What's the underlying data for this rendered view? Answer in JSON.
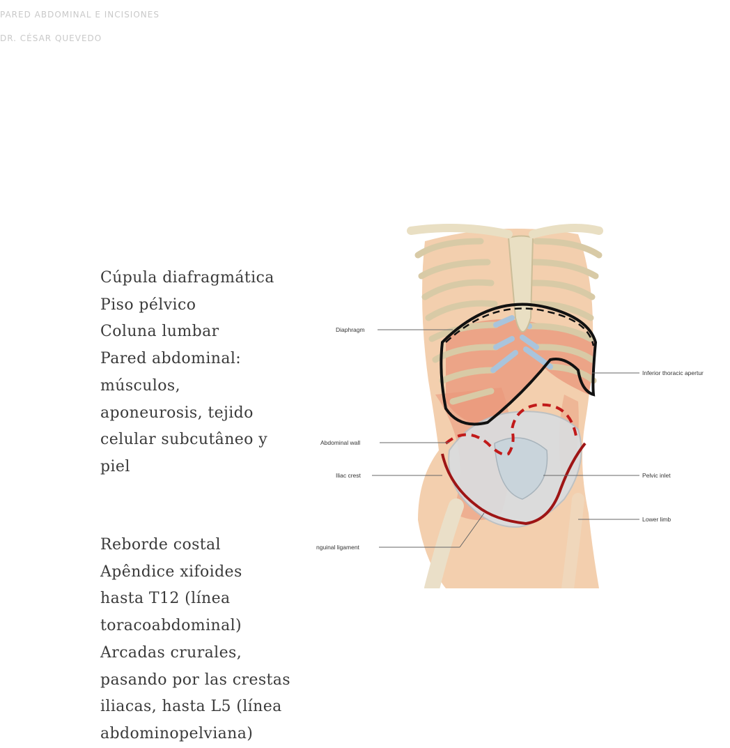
{
  "header": {
    "title": "PARED ABDOMINAL E INCISIONES",
    "author": "DR. CÉSAR QUEVEDO"
  },
  "block1": {
    "lines": [
      "Cúpula diafragmática",
      "Piso pélvico",
      "Coluna lumbar",
      "Pared abdominal:",
      "músculos,",
      "aponeurosis, tejido",
      "celular subcutâneo y",
      "piel"
    ]
  },
  "block2": {
    "lines": [
      "Reborde costal",
      "Apêndice xifoides",
      "hasta T12 (línea",
      "toracoabdominal)",
      "Arcadas crurales,",
      "pasando por las crestas",
      "iliacas, hasta L5 (línea",
      "abdominopelviana)"
    ]
  },
  "figure": {
    "labels": {
      "diaphragm": "Diaphragm",
      "inferior_thoracic_aperture": "Inferior thoracic apertur",
      "abdominal_wall": "Abdominal wall",
      "iliac_crest": "Iliac crest",
      "pelvic_inlet": "Pelvic inlet",
      "lower_limb": "Lower limb",
      "inguinal_ligament": "nguinal ligament"
    },
    "colors": {
      "skin": "#f3cfae",
      "bone": "#e9dfc3",
      "cartilage": "#a9c4dc",
      "muscle": "#e9967a",
      "outline_black": "#111111",
      "outline_red": "#b01818"
    }
  }
}
